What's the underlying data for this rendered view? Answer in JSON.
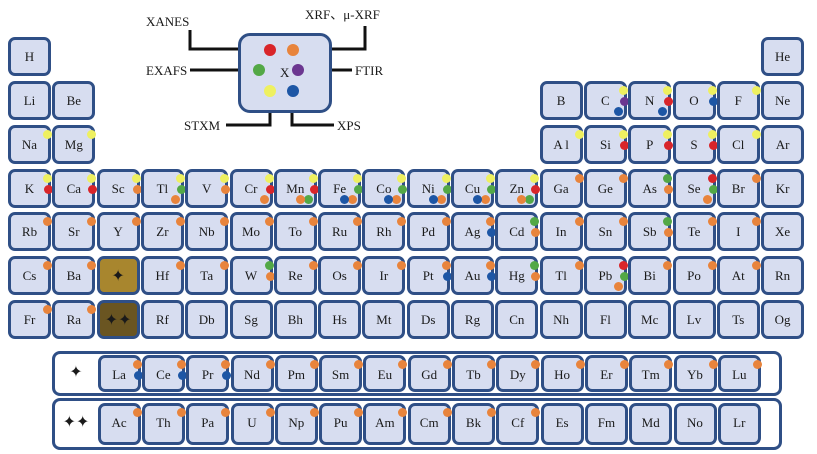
{
  "legend": {
    "center_symbol": "X",
    "methods": [
      {
        "key": "XANES",
        "label": "XANES",
        "color": "#d9252a"
      },
      {
        "key": "XRF",
        "label": "XRF、μ-XRF",
        "color": "#e8843c"
      },
      {
        "key": "EXAFS",
        "label": "EXAFS",
        "color": "#53a846"
      },
      {
        "key": "FTIR",
        "label": "FTIR",
        "color": "#6b3690"
      },
      {
        "key": "STXM",
        "label": "STXM",
        "color": "#eef060"
      },
      {
        "key": "XPS",
        "label": "XPS",
        "color": "#1d56a5"
      }
    ]
  },
  "markers": {
    "lanthanide": "✦",
    "actinide": "✦✦"
  },
  "colors": {
    "cell_bg": "#d7ddf0",
    "cell_border": "#2f4f86",
    "lanthanide_band": "#a8862e",
    "actinide_band": "#6a5521"
  },
  "table": {
    "rows": [
      [
        [
          "H",
          []
        ],
        null,
        null,
        null,
        null,
        null,
        null,
        null,
        null,
        null,
        null,
        null,
        null,
        null,
        null,
        null,
        null,
        [
          "He",
          []
        ]
      ],
      [
        [
          "Li",
          []
        ],
        [
          "Be",
          []
        ],
        null,
        null,
        null,
        null,
        null,
        null,
        null,
        null,
        null,
        null,
        [
          "B",
          []
        ],
        [
          "C",
          [
            "STXM",
            "FTIR",
            "XPS"
          ]
        ],
        [
          "N",
          [
            "STXM",
            "XANES",
            "XPS"
          ]
        ],
        [
          "O",
          [
            "STXM",
            "XPS"
          ]
        ],
        [
          "F",
          [
            "STXM"
          ]
        ],
        [
          "Ne",
          []
        ]
      ],
      [
        [
          "Na",
          [
            "STXM"
          ]
        ],
        [
          "Mg",
          [
            "STXM"
          ]
        ],
        null,
        null,
        null,
        null,
        null,
        null,
        null,
        null,
        null,
        null,
        [
          "A l",
          [
            "STXM"
          ]
        ],
        [
          "Si",
          [
            "STXM",
            "XANES"
          ]
        ],
        [
          "P",
          [
            "STXM",
            "XANES"
          ]
        ],
        [
          "S",
          [
            "STXM",
            "XANES"
          ]
        ],
        [
          "Cl",
          [
            "STXM"
          ]
        ],
        [
          "Ar",
          []
        ]
      ],
      [
        [
          "K",
          [
            "STXM",
            "XANES"
          ]
        ],
        [
          "Ca",
          [
            "STXM",
            "XANES"
          ]
        ],
        [
          "Sc",
          [
            "STXM",
            "XRF"
          ]
        ],
        [
          "Tl",
          [
            "STXM",
            "EXAFS",
            "XRF"
          ]
        ],
        [
          "V",
          [
            "STXM",
            "XRF"
          ]
        ],
        [
          "Cr",
          [
            "STXM",
            "XANES",
            "XRF"
          ]
        ],
        [
          "Mn",
          [
            "STXM",
            "XANES",
            "EXAFS",
            "XRF"
          ]
        ],
        [
          "Fe",
          [
            "STXM",
            "EXAFS",
            "XRF",
            "XPS"
          ]
        ],
        [
          "Co",
          [
            "STXM",
            "EXAFS",
            "XRF",
            "XPS"
          ]
        ],
        [
          "Ni",
          [
            "STXM",
            "EXAFS",
            "XRF",
            "XPS"
          ]
        ],
        [
          "Cu",
          [
            "STXM",
            "EXAFS",
            "XRF",
            "XPS"
          ]
        ],
        [
          "Zn",
          [
            "STXM",
            "XANES",
            "EXAFS",
            "XRF"
          ]
        ],
        [
          "Ga",
          [
            "XRF"
          ]
        ],
        [
          "Ge",
          [
            "XRF"
          ]
        ],
        [
          "As",
          [
            "EXAFS",
            "XRF"
          ]
        ],
        [
          "Se",
          [
            "XANES",
            "EXAFS",
            "XRF"
          ]
        ],
        [
          "Br",
          [
            "XRF"
          ]
        ],
        [
          "Kr",
          []
        ]
      ],
      [
        [
          "Rb",
          [
            "XRF"
          ]
        ],
        [
          "Sr",
          [
            "XRF"
          ]
        ],
        [
          "Y",
          [
            "XRF"
          ]
        ],
        [
          "Zr",
          [
            "XRF"
          ]
        ],
        [
          "Nb",
          [
            "XRF"
          ]
        ],
        [
          "Mo",
          [
            "XRF"
          ]
        ],
        [
          "To",
          [
            "XRF"
          ]
        ],
        [
          "Ru",
          [
            "XRF"
          ]
        ],
        [
          "Rh",
          [
            "XRF"
          ]
        ],
        [
          "Pd",
          [
            "XRF"
          ]
        ],
        [
          "Ag",
          [
            "XRF",
            "XPS"
          ]
        ],
        [
          "Cd",
          [
            "EXAFS",
            "XRF"
          ]
        ],
        [
          "In",
          [
            "XRF"
          ]
        ],
        [
          "Sn",
          [
            "XRF"
          ]
        ],
        [
          "Sb",
          [
            "EXAFS",
            "XRF"
          ]
        ],
        [
          "Te",
          [
            "XRF"
          ]
        ],
        [
          "I",
          [
            "XRF"
          ]
        ],
        [
          "Xe",
          []
        ]
      ],
      [
        [
          "Cs",
          [
            "XRF"
          ]
        ],
        [
          "Ba",
          [
            "XRF"
          ]
        ],
        "lanthanide",
        [
          "Hf",
          [
            "XRF"
          ]
        ],
        [
          "Ta",
          [
            "XRF"
          ]
        ],
        [
          "W",
          [
            "EXAFS",
            "XRF"
          ]
        ],
        [
          "Re",
          [
            "XRF"
          ]
        ],
        [
          "Os",
          [
            "XRF"
          ]
        ],
        [
          "Ir",
          [
            "XRF"
          ]
        ],
        [
          "Pt",
          [
            "XRF",
            "XPS"
          ]
        ],
        [
          "Au",
          [
            "XRF",
            "XPS"
          ]
        ],
        [
          "Hg",
          [
            "EXAFS",
            "XRF"
          ]
        ],
        [
          "Tl",
          [
            "XRF"
          ]
        ],
        [
          "Pb",
          [
            "XANES",
            "EXAFS",
            "XRF"
          ]
        ],
        [
          "Bi",
          [
            "XRF"
          ]
        ],
        [
          "Po",
          [
            "XRF"
          ]
        ],
        [
          "At",
          [
            "XRF"
          ]
        ],
        [
          "Rn",
          []
        ]
      ],
      [
        [
          "Fr",
          [
            "XRF"
          ]
        ],
        [
          "Ra",
          [
            "XRF"
          ]
        ],
        "actinide",
        [
          "Rf",
          []
        ],
        [
          "Db",
          []
        ],
        [
          "Sg",
          []
        ],
        [
          "Bh",
          []
        ],
        [
          "Hs",
          []
        ],
        [
          "Mt",
          []
        ],
        [
          "Ds",
          []
        ],
        [
          "Rg",
          []
        ],
        [
          "Cn",
          []
        ],
        [
          "Nh",
          []
        ],
        [
          "Fl",
          []
        ],
        [
          "Mc",
          []
        ],
        [
          "Lv",
          []
        ],
        [
          "Ts",
          []
        ],
        [
          "Og",
          []
        ]
      ]
    ],
    "lanthanides": [
      [
        "La",
        [
          "XRF",
          "XPS"
        ]
      ],
      [
        "Ce",
        [
          "XRF",
          "XPS"
        ]
      ],
      [
        "Pr",
        [
          "XRF",
          "XPS"
        ]
      ],
      [
        "Nd",
        [
          "XRF"
        ]
      ],
      [
        "Pm",
        [
          "XRF"
        ]
      ],
      [
        "Sm",
        [
          "XRF"
        ]
      ],
      [
        "Eu",
        [
          "XRF"
        ]
      ],
      [
        "Gd",
        [
          "XRF"
        ]
      ],
      [
        "Tb",
        [
          "XRF"
        ]
      ],
      [
        "Dy",
        [
          "XRF"
        ]
      ],
      [
        "Ho",
        [
          "XRF"
        ]
      ],
      [
        "Er",
        [
          "XRF"
        ]
      ],
      [
        "Tm",
        [
          "XRF"
        ]
      ],
      [
        "Yb",
        [
          "XRF"
        ]
      ],
      [
        "Lu",
        [
          "XRF"
        ]
      ]
    ],
    "actinides": [
      [
        "Ac",
        [
          "XRF"
        ]
      ],
      [
        "Th",
        [
          "XRF"
        ]
      ],
      [
        "Pa",
        [
          "XRF"
        ]
      ],
      [
        "U",
        [
          "XRF"
        ]
      ],
      [
        "Np",
        [
          "XRF"
        ]
      ],
      [
        "Pu",
        [
          "XRF"
        ]
      ],
      [
        "Am",
        [
          "XRF"
        ]
      ],
      [
        "Cm",
        [
          "XRF"
        ]
      ],
      [
        "Bk",
        [
          "XRF"
        ]
      ],
      [
        "Cf",
        [
          "XRF"
        ]
      ],
      [
        "Es",
        []
      ],
      [
        "Fm",
        []
      ],
      [
        "Md",
        []
      ],
      [
        "No",
        []
      ],
      [
        "Lr",
        []
      ]
    ]
  }
}
